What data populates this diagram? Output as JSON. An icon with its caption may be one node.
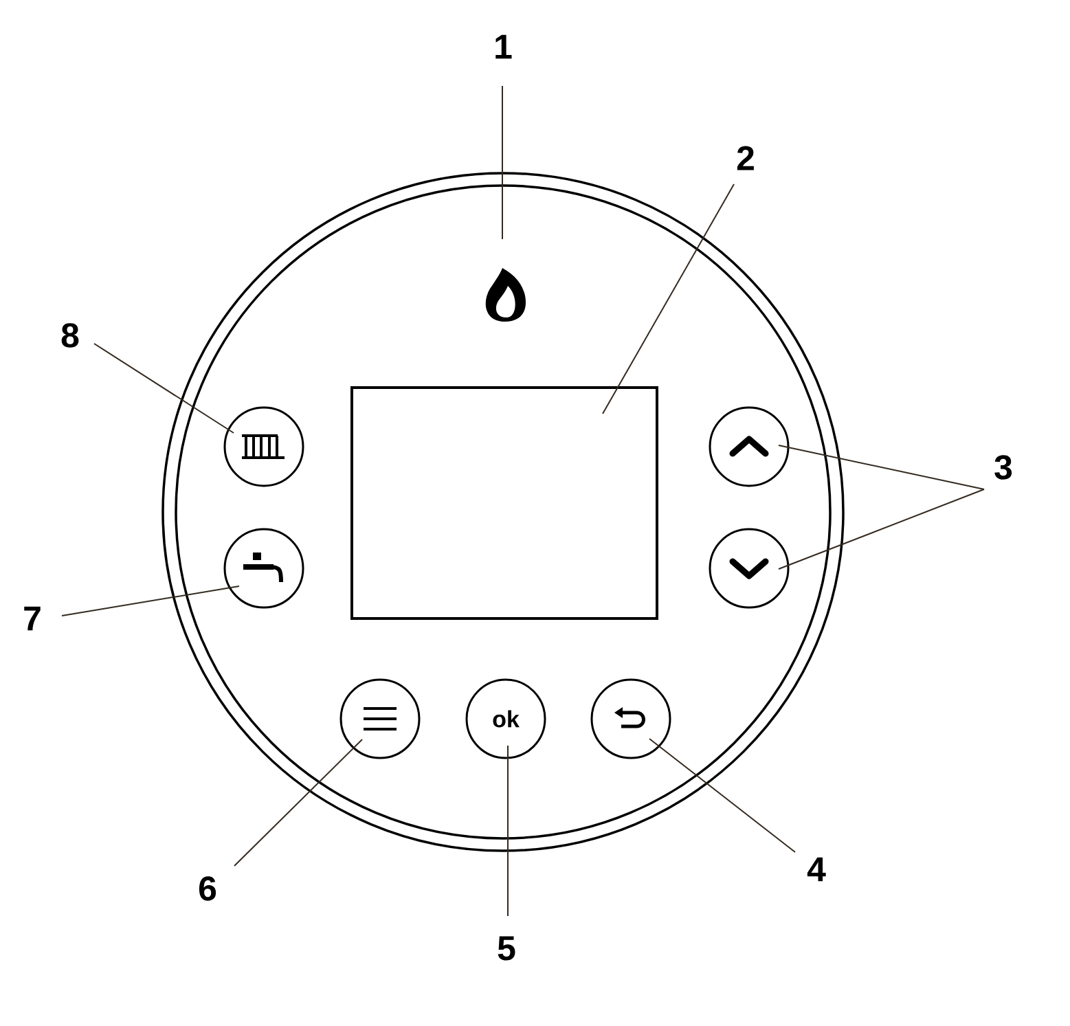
{
  "diagram": {
    "nodes": [
      {
        "text": [
          "1"
        ]
      },
      {
        "text": [],
        "shape": "flame"
      },
      {
        "text": [
          "2"
        ]
      },
      {
        "text": [],
        "shape": "box"
      },
      {
        "text": [
          "3"
        ]
      },
      {
        "text": [],
        "shape": "circle"
      },
      {
        "text": [],
        "shape": "circle"
      },
      {
        "text": [
          "4"
        ]
      },
      {
        "text": [],
        "shape": "circle"
      },
      {
        "text": [
          "5"
        ]
      },
      {
        "text": [
          "ok"
        ]
      },
      {
        "text": [
          "6"
        ]
      },
      {
        "text": [],
        "shape": "circle"
      },
      {
        "text": [
          "7"
        ]
      },
      {
        "text": [],
        "shape": "circle"
      },
      {
        "text": [
          "8"
        ]
      },
      {
        "text": [],
        "shape": "circle"
      }
    ],
    "edges": [
      {
        "from": 0,
        "to": 1,
        "arrow": "none"
      },
      {
        "from": 2,
        "to": 3,
        "arrow": "none"
      },
      {
        "from": 4,
        "to": 5,
        "arrow": "none"
      },
      {
        "from": 4,
        "to": 6,
        "arrow": "none"
      },
      {
        "from": 7,
        "to": 8,
        "arrow": "none"
      },
      {
        "from": 9,
        "to": 10,
        "arrow": "none"
      },
      {
        "from": 11,
        "to": 12,
        "arrow": "none"
      },
      {
        "from": 13,
        "to": 14,
        "arrow": "none"
      },
      {
        "from": 15,
        "to": 16,
        "arrow": "none"
      }
    ]
  }
}
